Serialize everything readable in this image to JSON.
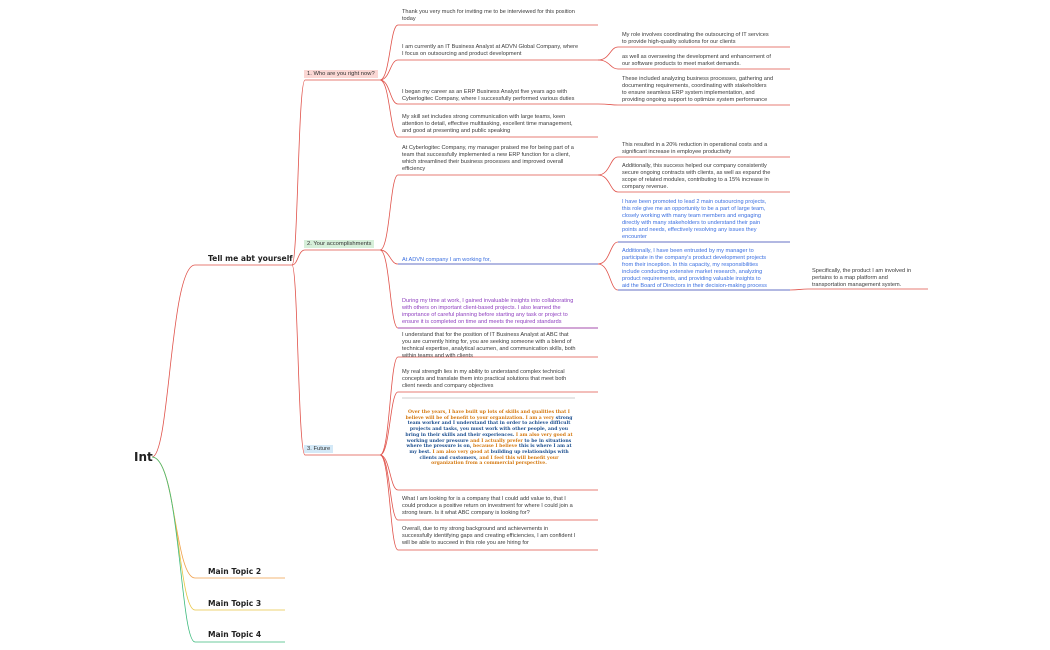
{
  "root": {
    "label": "Int"
  },
  "colors": {
    "red": "#e0524a",
    "orange": "#f0a04b",
    "yellow": "#e8c545",
    "green": "#3dba7d",
    "blue": "#3b6fe0",
    "purple": "#8e3fbf"
  },
  "main_topics": [
    {
      "label": "Tell me abt yourself"
    },
    {
      "label": "Main Topic 2"
    },
    {
      "label": "Main Topic 3"
    },
    {
      "label": "Main Topic 4"
    }
  ],
  "sub_topics": [
    {
      "label": "1. Who are you right now?",
      "bg": "#fbd7d4"
    },
    {
      "label": "2. Your accomplishments",
      "bg": "#d6efd9"
    },
    {
      "label": "3. Future",
      "bg": "#d4e9f7"
    }
  ],
  "notes": {
    "n1": "Thank you very much for inviting me to be interviewed for this position\ntoday",
    "n2": "I am currently an IT Business Analyst at ADVN Global Company, where\nI focus on outsourcing and product development",
    "n2a": "My role involves coordinating the outsourcing of IT services\nto provide high-quality solutions for our clients",
    "n2b": "as well as overseeing the development and enhancement of\nour software products to meet market demands.",
    "n3": "I began my career as an ERP Business Analyst five years ago with\nCyberlogitec Company, where I successfully performed various duties",
    "n3a": "These included analyzing business processes, gathering and\ndocumenting requirements, coordinating with stakeholders\nto ensure seamless ERP system implementation, and\nproviding ongoing support to optimize system performance",
    "n4": "My skill set includes strong communication with large teams, keen\nattention to detail, effective multitasking, excellent time management,\nand good at presenting and public speaking",
    "n5": "At Cyberlogitec Company, my manager praised me for being part of a\nteam that successfully implemented a new ERP function for a client,\nwhich streamlined their business processes and improved overall\nefficiency",
    "n5a": "This resulted in a 20% reduction in operational costs and a\nsignificant increase in employee productivity",
    "n5b": "Additionally, this success helped our company consistently\nsecure ongoing contracts with clients, as well as expand the\nscope of related modules, contributing to a 15% increase in\ncompany revenue.",
    "n6": "At ADVN company I am working for,",
    "n6a": "I have been promoted to lead 2 main outsourcing projects,\nthis role give me an opportunity to be a part of large team,\nclosely working with many team members and engaging\ndirectly with many stakeholders to understand their pain\npoints and needs, effectively resolving any issues they\nencounter",
    "n6b": "Additionally, I have been entrusted by my manager to\nparticipate in the company's product development projects\nfrom their inception. In this capacity, my responsibilities\ninclude conducting extensive market research, analyzing\nproduct requirements, and providing valuable insights to\naid the Board of Directors in their decision-making process",
    "n6c": "Specifically, the product I am involved in\npertains to a map platform and\ntransportation management system.",
    "n7": "During my time at work, I gained invaluable insights into collaborating\nwith others on important client-based projects. I also learned the\nimportance of careful planning before starting any task or project to\nensure it is completed on time and meets the required standards",
    "n8": "I understand that for the position of IT Business Analyst at ABC that\nyou are currently hiring for, you are seeking someone with a blend of\ntechnical expertise, analytical acumen, and communication skills, both\nwithin teams and with clients",
    "n9": "My real strength lies in my ability to understand complex technical\nconcepts and translate them into practical solutions that meet both\nclient needs and company objectives",
    "n11": "What I am looking for is a company that I could add value to, that I\ncould produce a positive return on investment for where I could join a\nstrong team. Is it what ABC company is looking for?",
    "n12": "Overall, due to my strong background and achievements in\nsuccessfully identifying gaps and creating efficiencies, I am confident I\nwill be able to succeed in this role you are hiring for"
  },
  "future_quote": {
    "parts": [
      "Over the years, I have built up lots of skills and qualities that I believe ",
      "will be of benefit to your organization. I am a very ",
      "strong team worker and I understand that in order to achieve difficult projects and tasks, you must work with other people, and you bring in their skills and their experiences.",
      " I am also very good at ",
      "working under pressure",
      " and I actually prefer ",
      "to be in situations where the pressure is on,",
      " because I believe ",
      "this is where I am at my best.",
      " I am also very good at ",
      "building up relationships with clients and customers,",
      " and I feel this will benefit your organization from ",
      "a commercial perspective."
    ]
  }
}
